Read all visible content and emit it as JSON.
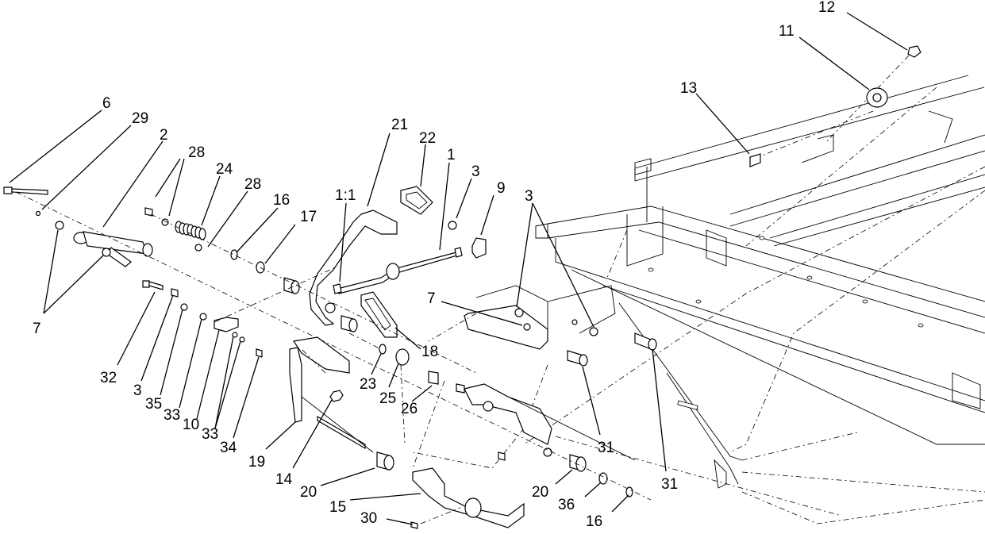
{
  "callouts": [
    {
      "id": "c12",
      "text": "12"
    },
    {
      "id": "c11",
      "text": "11"
    },
    {
      "id": "c13",
      "text": "13"
    },
    {
      "id": "c6",
      "text": "6"
    },
    {
      "id": "c29",
      "text": "29"
    },
    {
      "id": "c2",
      "text": "2"
    },
    {
      "id": "c21",
      "text": "21"
    },
    {
      "id": "c22",
      "text": "22"
    },
    {
      "id": "c1",
      "text": "1"
    },
    {
      "id": "c3a",
      "text": "3"
    },
    {
      "id": "c9",
      "text": "9"
    },
    {
      "id": "c3b",
      "text": "3"
    },
    {
      "id": "c28a",
      "text": "28"
    },
    {
      "id": "c24",
      "text": "24"
    },
    {
      "id": "c28b",
      "text": "28"
    },
    {
      "id": "c11b",
      "text": "1:1"
    },
    {
      "id": "c16a",
      "text": "16"
    },
    {
      "id": "c17",
      "text": "17"
    },
    {
      "id": "c7a",
      "text": "7"
    },
    {
      "id": "c7b",
      "text": "7"
    },
    {
      "id": "c18",
      "text": "18"
    },
    {
      "id": "c32",
      "text": "32"
    },
    {
      "id": "c3c",
      "text": "3"
    },
    {
      "id": "c35",
      "text": "35"
    },
    {
      "id": "c33a",
      "text": "33"
    },
    {
      "id": "c10",
      "text": "10"
    },
    {
      "id": "c33b",
      "text": "33"
    },
    {
      "id": "c34",
      "text": "34"
    },
    {
      "id": "c23",
      "text": "23"
    },
    {
      "id": "c25",
      "text": "25"
    },
    {
      "id": "c26",
      "text": "26"
    },
    {
      "id": "c19",
      "text": "19"
    },
    {
      "id": "c14",
      "text": "14"
    },
    {
      "id": "c20a",
      "text": "20"
    },
    {
      "id": "c31a",
      "text": "31"
    },
    {
      "id": "c31b",
      "text": "31"
    },
    {
      "id": "c20b",
      "text": "20"
    },
    {
      "id": "c15",
      "text": "15"
    },
    {
      "id": "c36",
      "text": "36"
    },
    {
      "id": "c30",
      "text": "30"
    },
    {
      "id": "c16b",
      "text": "16"
    }
  ]
}
